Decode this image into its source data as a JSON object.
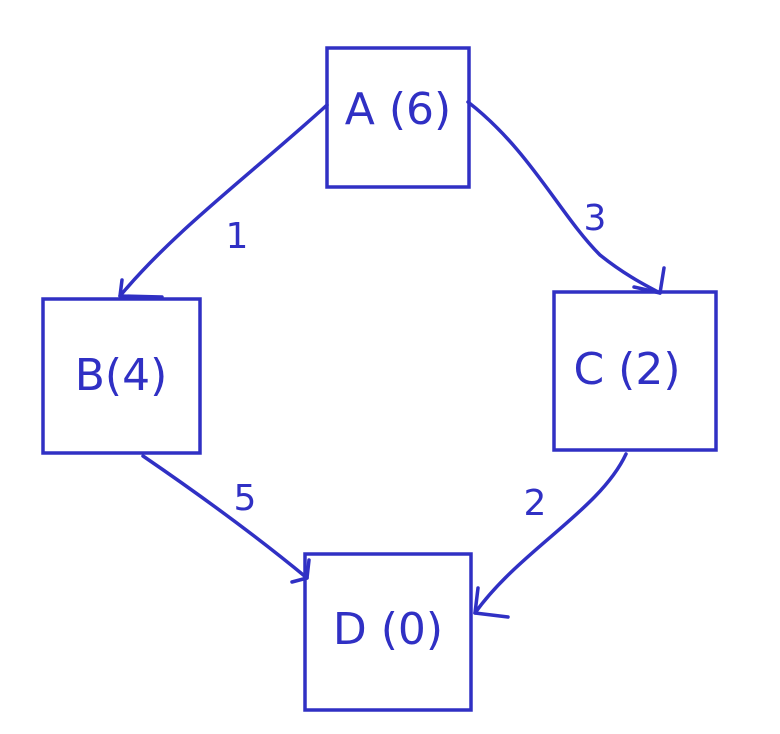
{
  "diagram": {
    "stroke_color": "#3030c4",
    "nodes": [
      {
        "id": "A",
        "label": "A (6)"
      },
      {
        "id": "B",
        "label": "B(4)"
      },
      {
        "id": "C",
        "label": "C (2)"
      },
      {
        "id": "D",
        "label": "D (0)"
      }
    ],
    "edges": [
      {
        "from": "A",
        "to": "B",
        "weight": "1"
      },
      {
        "from": "A",
        "to": "C",
        "weight": "3"
      },
      {
        "from": "B",
        "to": "D",
        "weight": "5"
      },
      {
        "from": "C",
        "to": "D",
        "weight": "2"
      }
    ]
  }
}
